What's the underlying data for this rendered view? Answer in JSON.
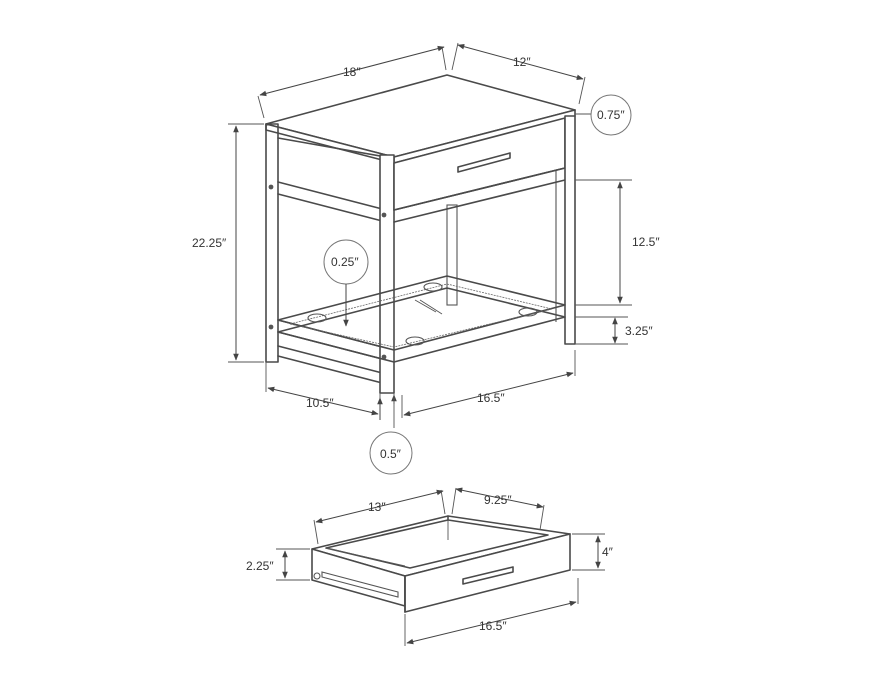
{
  "table_dimensions": {
    "top_width": "18″",
    "top_depth": "12″",
    "top_thickness": "0.75″",
    "overall_height": "22.25″",
    "leg_thickness": "0.25″",
    "drawer_shelf_opening": "12.5″",
    "bottom_clearance": "3.25″",
    "base_depth": "10.5″",
    "base_width": "16.5″",
    "leg_size": "0.5″"
  },
  "drawer_dimensions": {
    "inner_width": "13″",
    "inner_depth": "9.25″",
    "front_height": "4″",
    "side_height": "2.25″",
    "front_width": "16.5″"
  }
}
